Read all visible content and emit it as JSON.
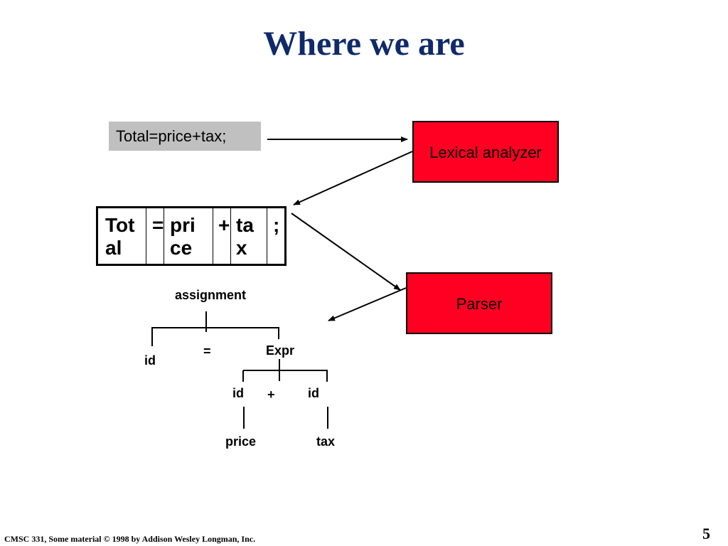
{
  "slide": {
    "title": "Where we are",
    "footer": "CMSC 331, Some material  © 1998 by Addison Wesley Longman, Inc.",
    "page_number": "5"
  },
  "source_code": "Total=price+tax;",
  "components": {
    "lexer": "Lexical analyzer",
    "parser": "Parser"
  },
  "tokens": [
    {
      "line1": "Tot",
      "line2": "al"
    },
    {
      "line1": "=",
      "line2": ""
    },
    {
      "line1": "pri",
      "line2": "ce"
    },
    {
      "line1": "+",
      "line2": ""
    },
    {
      "line1": "ta",
      "line2": "x"
    },
    {
      "line1": ";",
      "line2": ""
    }
  ],
  "parse_tree": {
    "root": "assignment",
    "id": "id",
    "equals": "=",
    "expr": "Expr",
    "left_id": "id",
    "plus": "+",
    "right_id": "id",
    "left_leaf": "price",
    "right_leaf": "tax"
  },
  "colors": {
    "title": "#0f2a6b",
    "component_fill": "#ff0022",
    "source_fill": "#c0c0c0"
  }
}
